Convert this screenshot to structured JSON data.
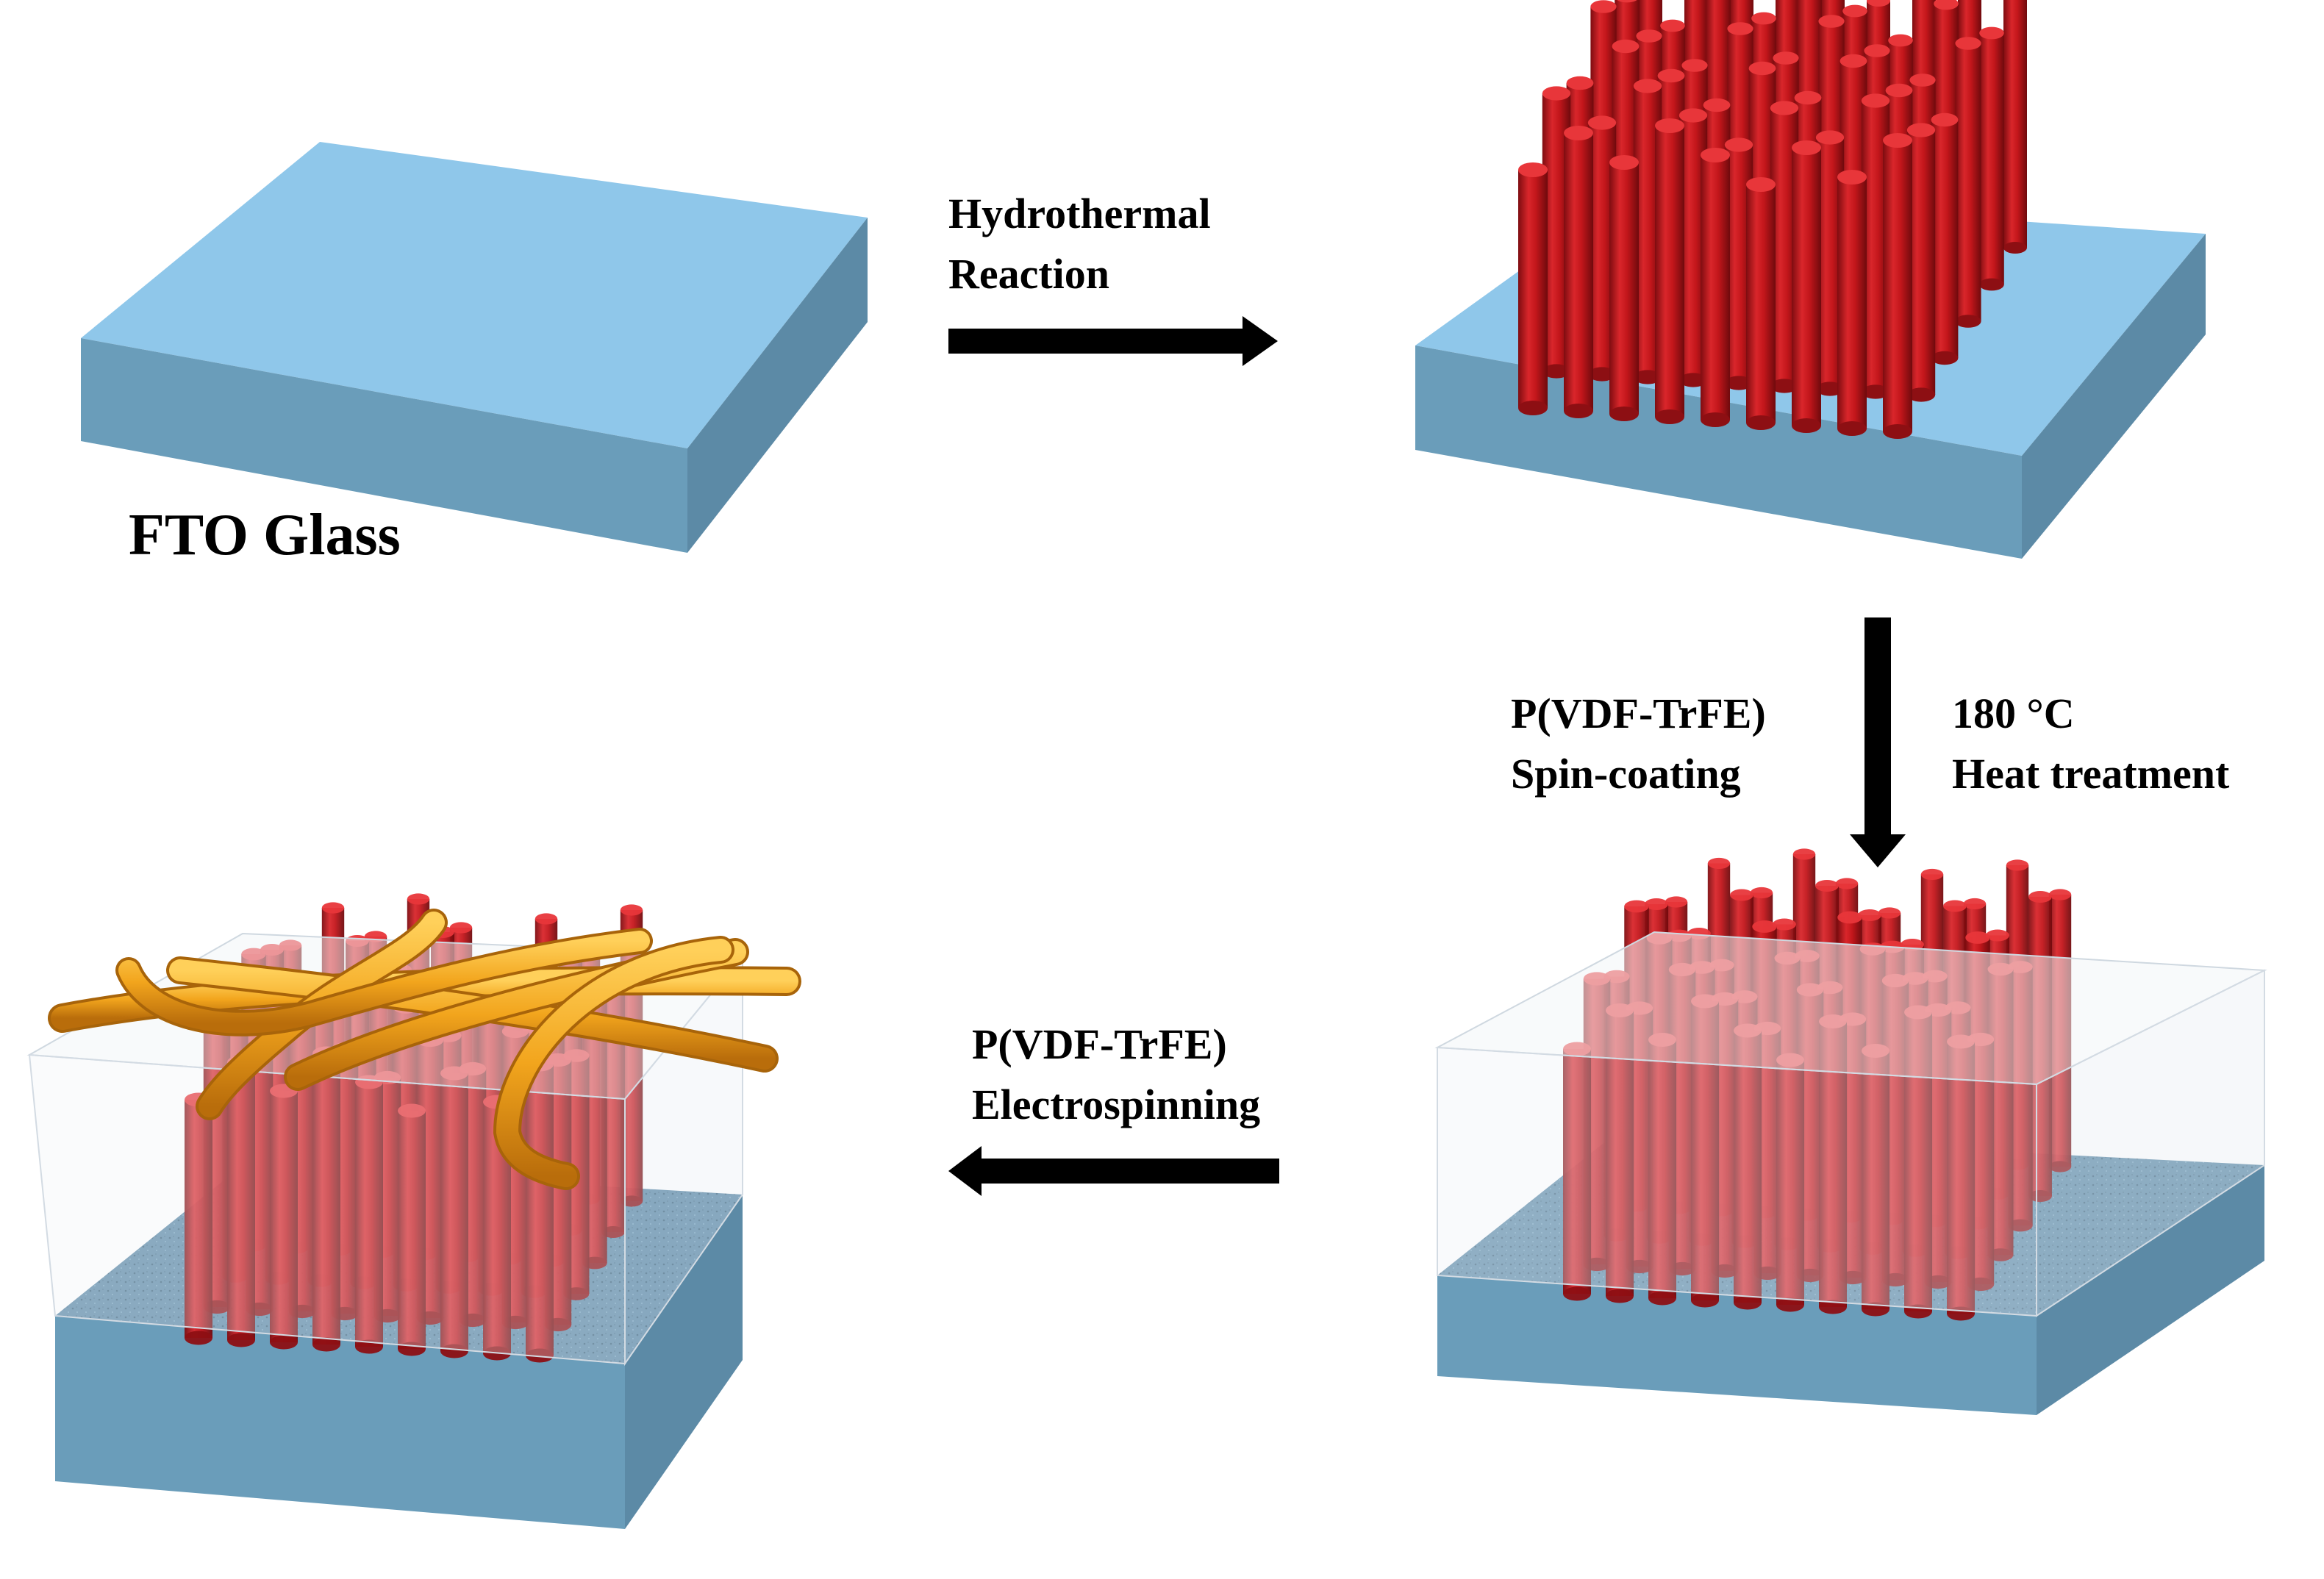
{
  "substrate_label": "FTO Glass",
  "steps": {
    "hydrothermal": {
      "line1": "Hydrothermal",
      "line2": "Reaction"
    },
    "spin_coating": {
      "line1": "P(VDF-TrFE)",
      "line2": "Spin-coating"
    },
    "heat_treatment": {
      "line1": "180 °C",
      "line2": "Heat treatment"
    },
    "electrospinning": {
      "line1": "P(VDF-TrFE)",
      "line2": "Electrospinning"
    }
  },
  "colors": {
    "substrate_top": "#8fc7ea",
    "substrate_front": "#6a9dba",
    "substrate_side": "#5c8aa6",
    "nanorod": "#c8161c",
    "nanorod_cap": "#e02a2e",
    "film": "#e8eef4",
    "fiber": "#f2a51d",
    "arrow": "#000000"
  },
  "icons": [
    "arrow-right-icon",
    "arrow-down-icon",
    "arrow-left-icon"
  ]
}
